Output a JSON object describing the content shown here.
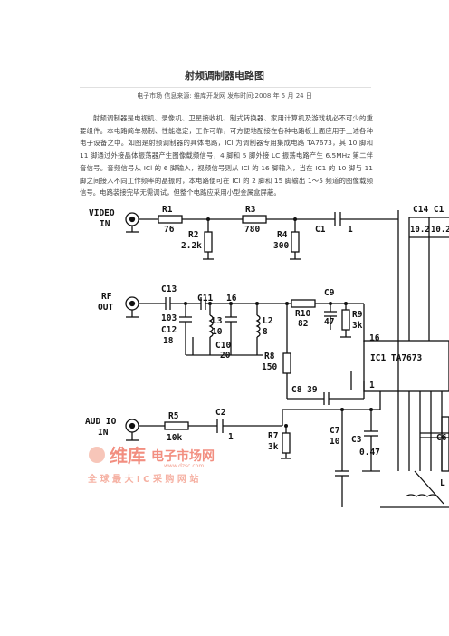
{
  "article": {
    "title": "射频调制器电路图",
    "meta": "电子市场  信息来源: 维库开发网  发布时间:2008 年 5 月 24 日",
    "body": "射频调制器是电视机、录像机、卫星接收机、制式转换器、家用计算机及游戏机必不可少的重要组件。本电路简单易制、性能稳定，工作可靠，可方便地配接在各种电路板上面应用于上述各种电子设备之中。如图是射频调制器的具体电路，ICl 为调制器专用集成电路 TA7673，其 10 脚和 11 脚通过外接晶体振荡器产生图像载频信号，4 脚和 5 脚外接 LC 振荡电路产生 6.5MHz 第二伴音信号。音频信号从 ICl 的 6 脚输入，视频信号则从 ICl 的 16 脚输入，当在 IC1 的 10 脚与 11 脚之间接入不同工作频率的晶振时，本电路便可在 ICl 的 2 脚和 15 脚输出 1～5 频道的图像载频信号。电路装接完毕无需调试，但整个电路应采用小型金属盒屏蔽。"
  },
  "schematic": {
    "video_in": "VIDEO",
    "video_in2": "IN",
    "rf_out": "RF",
    "rf_out2": "OUT",
    "audio_in": "AUD IO",
    "audio_in2": "IN",
    "r1": "R1",
    "r1v": "76",
    "r2": "R2",
    "r2v": "2.2k",
    "r3": "R3",
    "r3v": "780",
    "r4": "R4",
    "r4v": "300",
    "c1": "C1",
    "c1v": "1",
    "c13": "C13",
    "c13v": "103",
    "c11": "C11",
    "c11v": "16",
    "c12": "C12",
    "c12v": "18",
    "l3": "L3",
    "l3v": "10",
    "c10": "C10",
    "c10v": "20",
    "l2": "L2",
    "l2v": "8",
    "r10": "R10",
    "r10v": "82",
    "c9": "C9",
    "c9v": "47",
    "r9": "R9",
    "r9v": "3k",
    "r8": "R8",
    "r8v": "150",
    "c8": "C8 39",
    "ic1": "IC1 TA7673",
    "pin16": "16",
    "pin1": "1",
    "c14": "C14 C1",
    "c14v": "10.2",
    "c14v2": "10.2",
    "r5": "R5",
    "r5v": "10k",
    "c2": "C2",
    "c2v": "1",
    "r7": "R7",
    "r7v": "3k",
    "c7": "C7",
    "c7v": "10",
    "c3": "C3",
    "c3v": "0.47",
    "c6": "C6",
    "l": "L"
  },
  "watermark": {
    "brand1": "维库",
    "brand2": "电子市场网",
    "url": "www.dzsc.com",
    "slogan": "全 球 最 大 I C 采 购 网 站"
  }
}
